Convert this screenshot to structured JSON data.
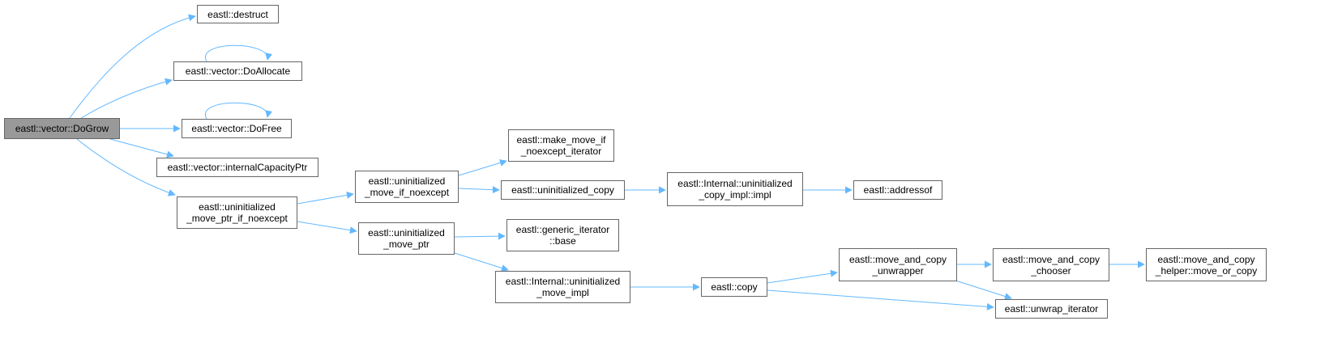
{
  "colors": {
    "edge": "#63b8ff",
    "node_border": "#666666",
    "root_fill": "#999999",
    "node_fill": "#ffffff"
  },
  "nodes": {
    "n1": {
      "lines": [
        "eastl::vector::DoGrow"
      ]
    },
    "n2": {
      "lines": [
        "eastl::destruct"
      ]
    },
    "n3": {
      "lines": [
        "eastl::vector::DoAllocate"
      ]
    },
    "n4": {
      "lines": [
        "eastl::vector::DoFree"
      ]
    },
    "n5": {
      "lines": [
        "eastl::vector::internalCapacityPtr"
      ]
    },
    "n6": {
      "lines": [
        "eastl::uninitialized",
        "_move_ptr_if_noexcept"
      ]
    },
    "n7": {
      "lines": [
        "eastl::uninitialized",
        "_move_if_noexcept"
      ]
    },
    "n8": {
      "lines": [
        "eastl::uninitialized",
        "_move_ptr"
      ]
    },
    "n9": {
      "lines": [
        "eastl::make_move_if",
        "_noexcept_iterator"
      ]
    },
    "n10": {
      "lines": [
        "eastl::uninitialized_copy"
      ]
    },
    "n11": {
      "lines": [
        "eastl::Internal::uninitialized",
        "_copy_impl::impl"
      ]
    },
    "n12": {
      "lines": [
        "eastl::addressof"
      ]
    },
    "n13": {
      "lines": [
        "eastl::generic_iterator",
        "::base"
      ]
    },
    "n14": {
      "lines": [
        "eastl::Internal::uninitialized",
        "_move_impl"
      ]
    },
    "n15": {
      "lines": [
        "eastl::copy"
      ]
    },
    "n16": {
      "lines": [
        "eastl::move_and_copy",
        "_unwrapper"
      ]
    },
    "n17": {
      "lines": [
        "eastl::move_and_copy",
        "_chooser"
      ]
    },
    "n18": {
      "lines": [
        "eastl::move_and_copy",
        "_helper::move_or_copy"
      ]
    },
    "n19": {
      "lines": [
        "eastl::unwrap_iterator"
      ]
    }
  }
}
